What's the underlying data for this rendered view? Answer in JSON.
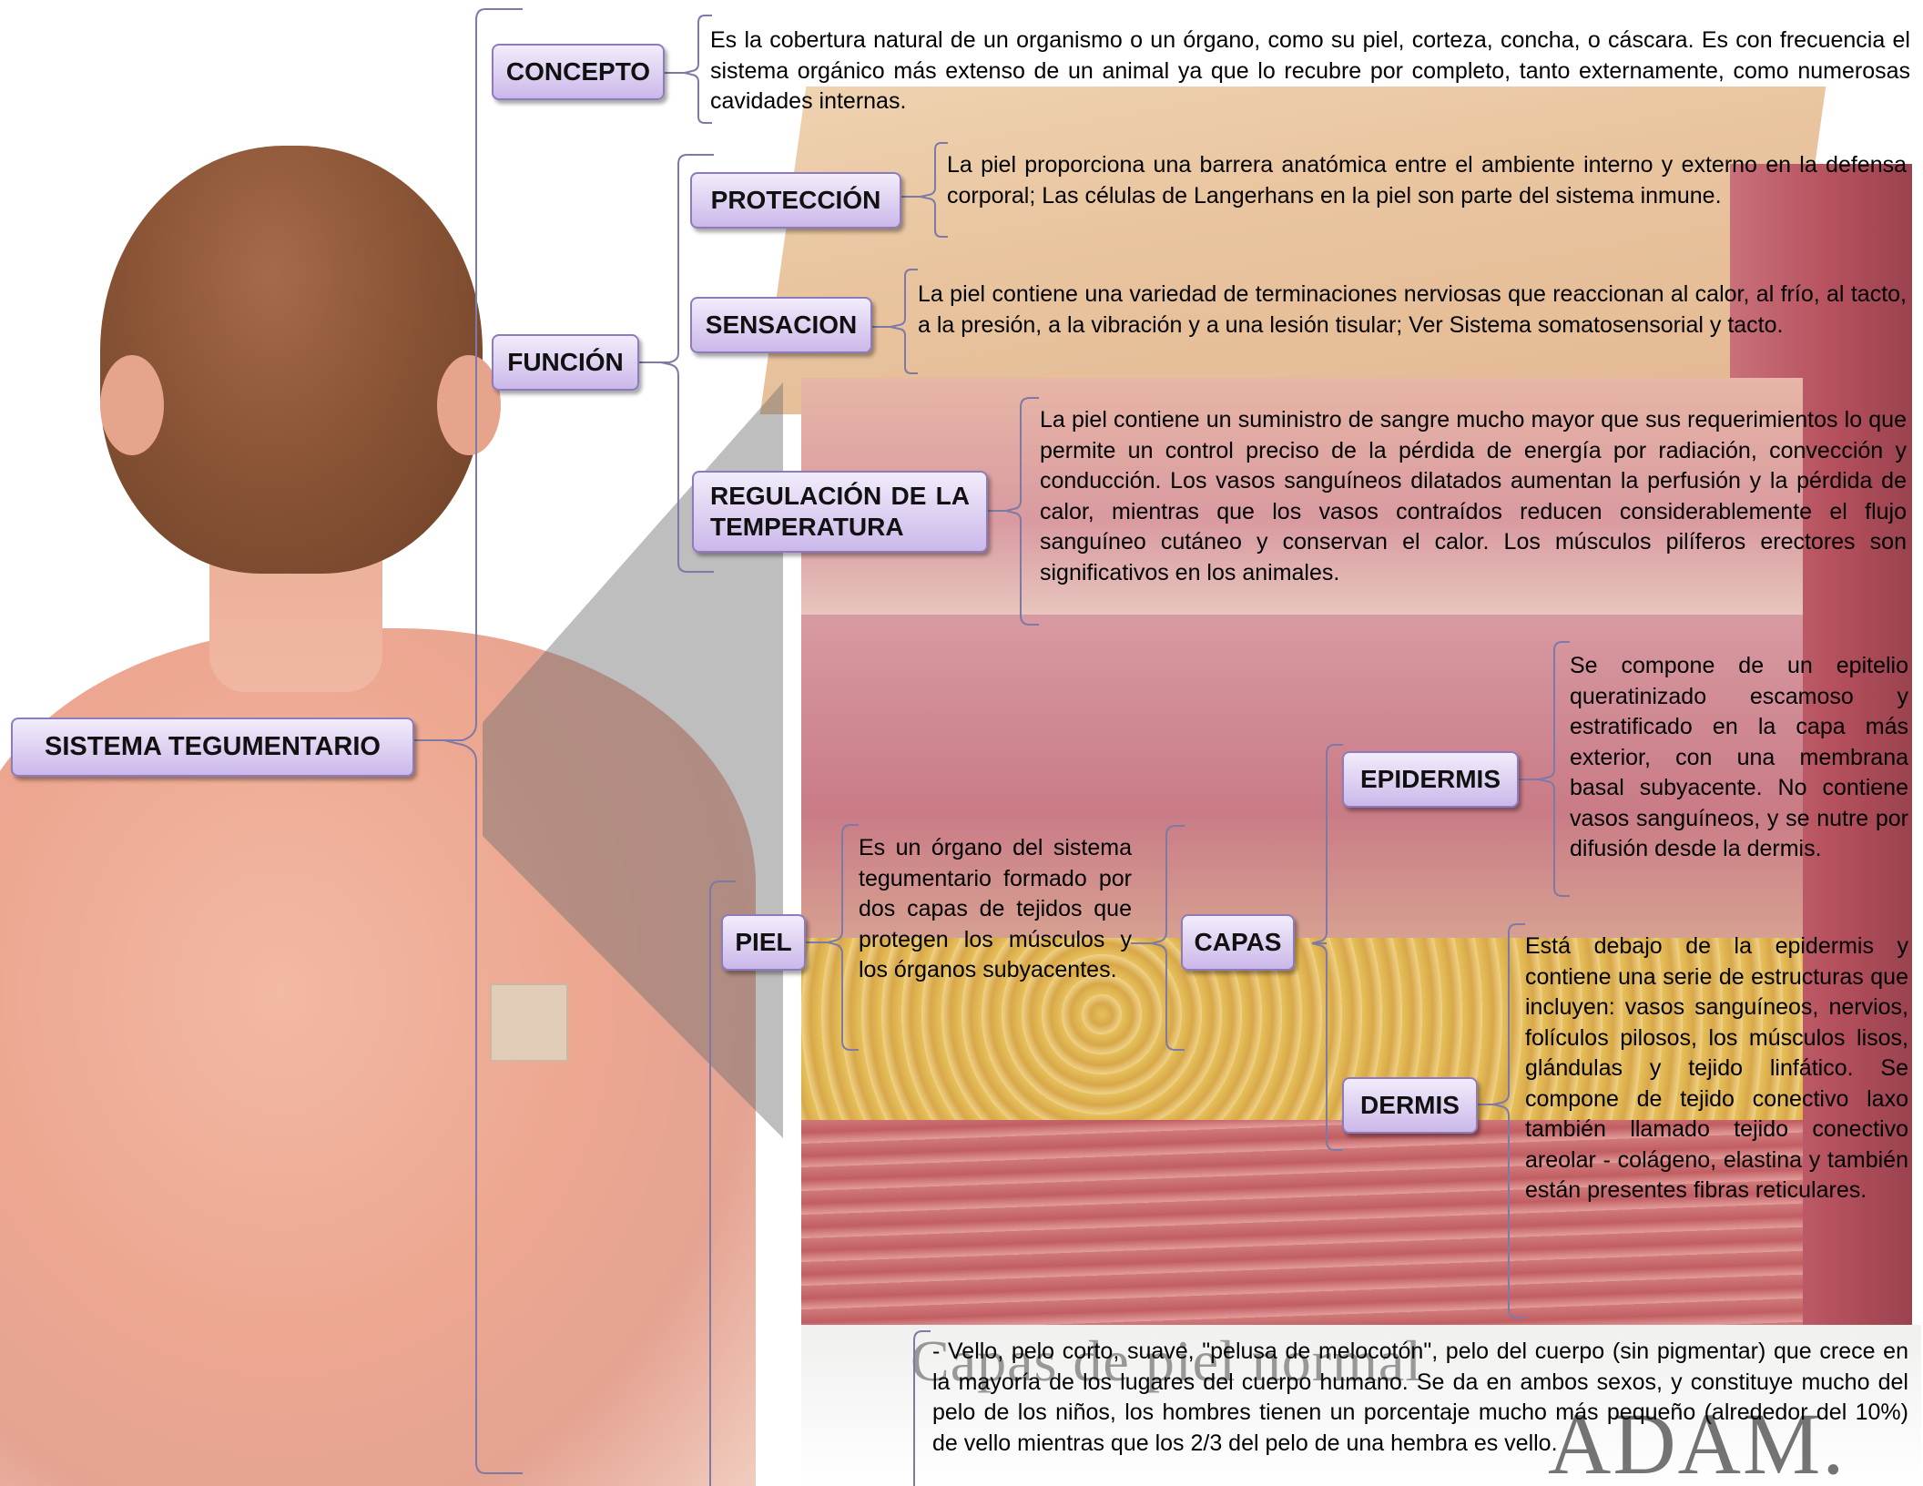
{
  "map": {
    "root": "SISTEMA TEGUMENTARIO",
    "concepto": {
      "label": "CONCEPTO",
      "text": "Es la cobertura natural de un organismo o un órgano, como su piel, corteza, concha, o cáscara. Es con frecuencia el sistema orgánico más extenso de un animal ya que lo recubre por completo, tanto externamente, como numerosas cavidades internas."
    },
    "funcion": {
      "label": "FUNCIÓN",
      "proteccion": {
        "label": "PROTECCIÓN",
        "text": "La piel proporciona una barrera anatómica entre el ambiente interno y externo en la defensa corporal; Las células de Langerhans en la piel son parte del sistema inmune."
      },
      "sensacion": {
        "label": "SENSACION",
        "text": "La piel contiene una variedad de terminaciones nerviosas que reaccionan al calor, al frío, al tacto, a la presión, a la vibración y a una lesión tisular; Ver Sistema somatosensorial y tacto."
      },
      "regulacion": {
        "label": "REGULACIÓN DE LA TEMPERATURA",
        "text": "La piel contiene un suministro de sangre mucho mayor que sus requerimientos lo que permite un control preciso de la pérdida de energía por radiación, convección y conducción. Los vasos sanguíneos dilatados aumentan la perfusión y la pérdida de calor, mientras que los vasos contraídos reducen considerablemente el flujo sanguíneo cutáneo y conservan el calor. Los músculos pilíferos erectores son significativos en los animales."
      }
    },
    "piel": {
      "label": "PIEL",
      "text": "Es un órgano del sistema tegumentario formado por dos capas de tejidos que protegen los músculos y los órganos subyacentes.",
      "capas": {
        "label": "CAPAS",
        "epidermis": {
          "label": "EPIDERMIS",
          "text": "Se compone de un epitelio queratinizado escamoso y estratificado en la capa más exterior, con una membrana basal subyacente. No contiene vasos sanguíneos, y se nutre por difusión desde la dermis."
        },
        "dermis": {
          "label": "DERMIS",
          "text": "Está debajo de la epidermis y contiene una serie de estructuras que incluyen: vasos sanguíneos, nervios, folículos pilosos, los músculos lisos, glándulas y tejido linfático. Se compone de tejido conectivo laxo también llamado tejido conectivo areolar - colágeno, elastina y también están presentes fibras reticulares."
        }
      },
      "vello_text": "- Vello, pelo corto, suave, \"pelusa de melocotón\", pelo del cuerpo (sin pigmentar) que crece en la mayoría de los lugares del cuerpo humano. Se da en ambos sexos, y constituye mucho del pelo de los niños, los hombres tienen un porcentaje mucho más pequeño (alrededor del 10%) de vello mientras que los 2/3 del pelo de una hembra es vello."
    }
  },
  "background": {
    "caption": "Capas de piel normal",
    "logo": "ADAM."
  },
  "colors": {
    "node_fill": "#ddd0f1",
    "node_border": "#8e7bbd",
    "connector": "#7d7aa6"
  }
}
